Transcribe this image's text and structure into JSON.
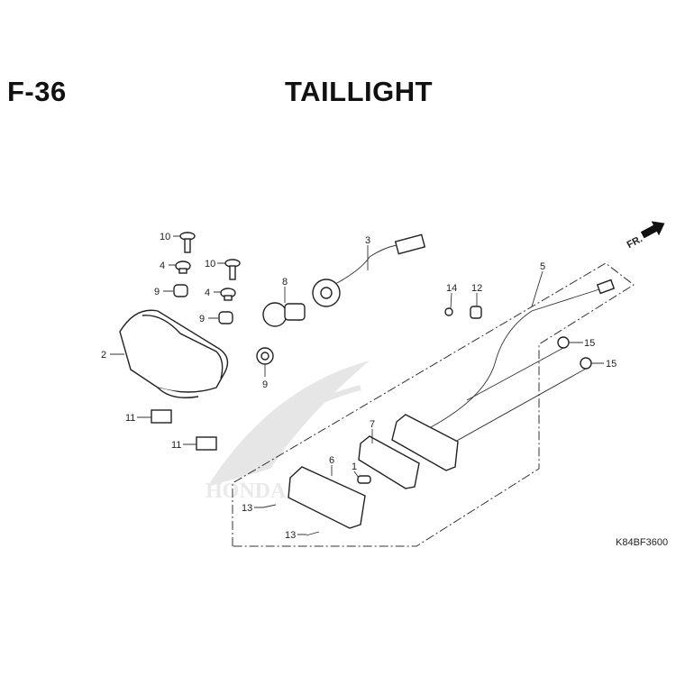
{
  "header": {
    "code": "F-36",
    "title": "TAILLIGHT"
  },
  "fr_label": "FR.",
  "watermark": "HONDA",
  "diagram_code": "K84BF3600",
  "callouts": [
    "10",
    "4",
    "9",
    "10",
    "4",
    "9",
    "2",
    "8",
    "3",
    "9",
    "11",
    "11",
    "14",
    "12",
    "5",
    "15",
    "15",
    "7",
    "6",
    "1",
    "13",
    "13"
  ]
}
